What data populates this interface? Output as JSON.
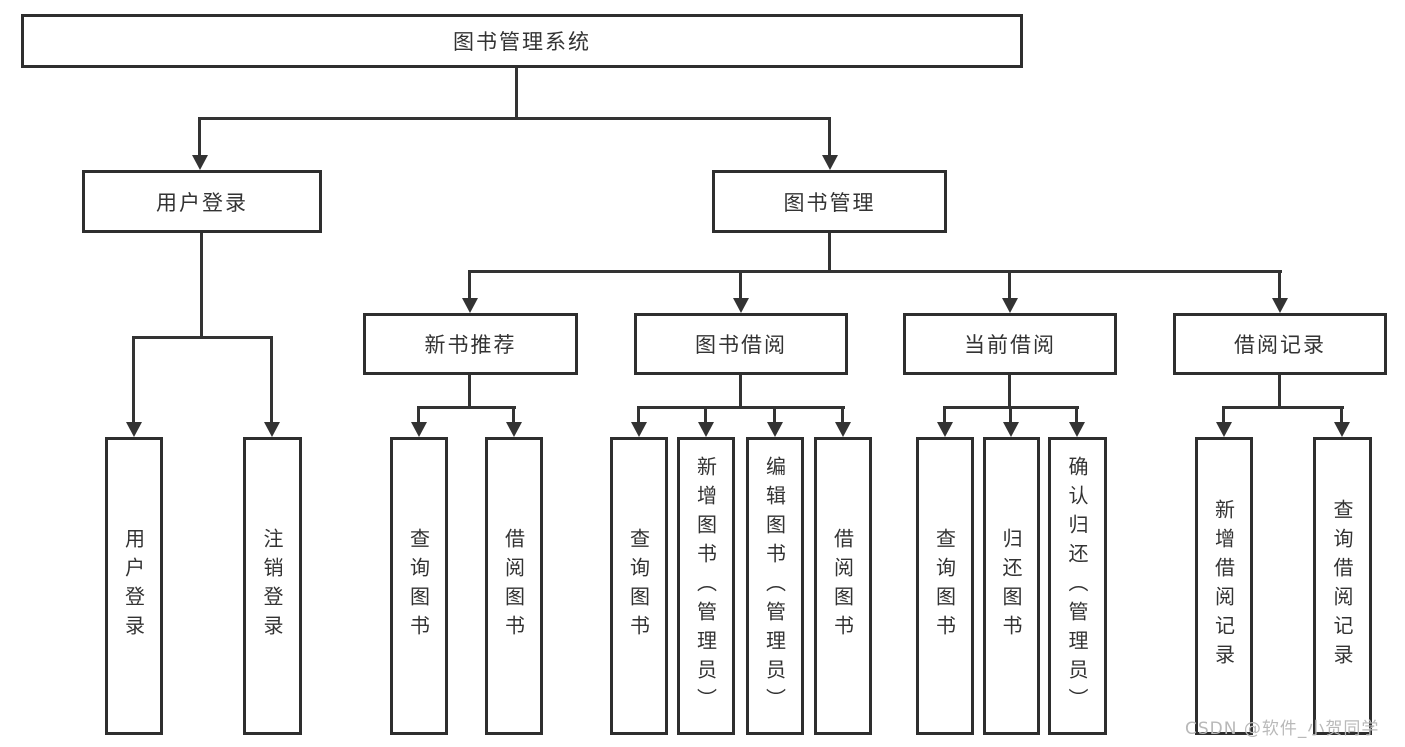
{
  "diagram": {
    "root": {
      "label": "图书管理系统"
    },
    "branches": [
      {
        "label": "用户登录",
        "children": [
          {
            "label": "用户登录"
          },
          {
            "label": "注销登录"
          }
        ]
      },
      {
        "label": "图书管理",
        "children": [
          {
            "label": "新书推荐",
            "children": [
              {
                "label": "查询图书"
              },
              {
                "label": "借阅图书"
              }
            ]
          },
          {
            "label": "图书借阅",
            "children": [
              {
                "label": "查询图书"
              },
              {
                "label": "新增图书（管理员）"
              },
              {
                "label": "编辑图书（管理员）"
              },
              {
                "label": "借阅图书"
              }
            ]
          },
          {
            "label": "当前借阅",
            "children": [
              {
                "label": "查询图书"
              },
              {
                "label": "归还图书"
              },
              {
                "label": "确认归还（管理员）"
              }
            ]
          },
          {
            "label": "借阅记录",
            "children": [
              {
                "label": "新增借阅记录"
              },
              {
                "label": "查询借阅记录"
              }
            ]
          }
        ]
      }
    ]
  },
  "colors": {
    "line": "#333333",
    "box_border": "#2e2e2e",
    "text": "#333333",
    "watermark": "#b9b9b9",
    "background": "#ffffff"
  },
  "watermark": {
    "text": "CSDN @软件_小贺同学"
  }
}
